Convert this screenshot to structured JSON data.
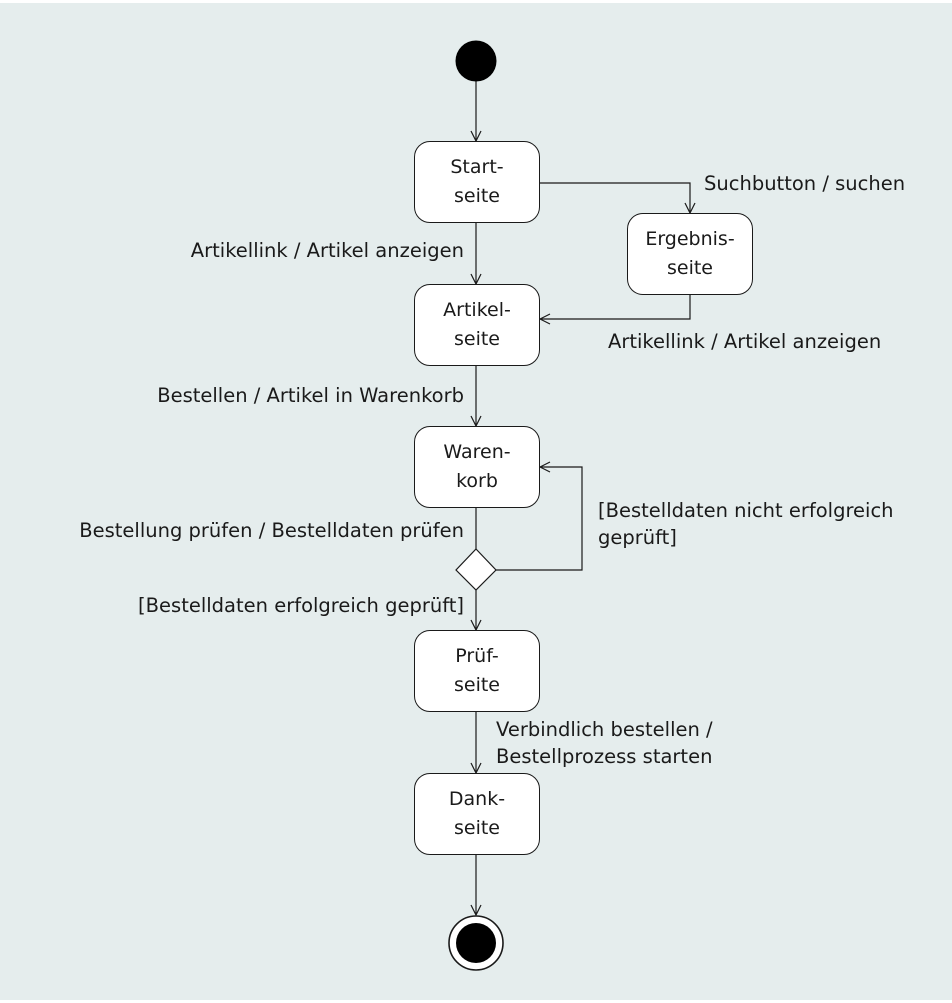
{
  "colors": {
    "background": "#e5eded",
    "node_fill": "#ffffff",
    "stroke": "#1a1a1a"
  },
  "nodes": {
    "startseite": [
      "Start-",
      "seite"
    ],
    "ergebnisseite": [
      "Ergebnis-",
      "seite"
    ],
    "artikelseite": [
      "Artikel-",
      "seite"
    ],
    "warenkorb": [
      "Waren-",
      "korb"
    ],
    "pruefseite": [
      "Prüf-",
      "seite"
    ],
    "dankseite": [
      "Dank-",
      "seite"
    ]
  },
  "transitions": {
    "suchen": "Suchbutton / suchen",
    "artikel_anzeigen_1": "Artikellink / Artikel anzeigen",
    "artikel_anzeigen_2": "Artikellink / Artikel anzeigen",
    "bestellen": "Bestellen / Artikel in Warenkorb",
    "pruefen": "Bestellung prüfen / Bestelldaten prüfen",
    "nicht_erfolgreich": [
      "[Bestelldaten nicht erfolgreich",
      "geprüft]"
    ],
    "erfolgreich": "[Bestelldaten erfolgreich geprüft]",
    "verbindlich": [
      "Verbindlich bestellen /",
      "Bestellprozess starten"
    ]
  }
}
